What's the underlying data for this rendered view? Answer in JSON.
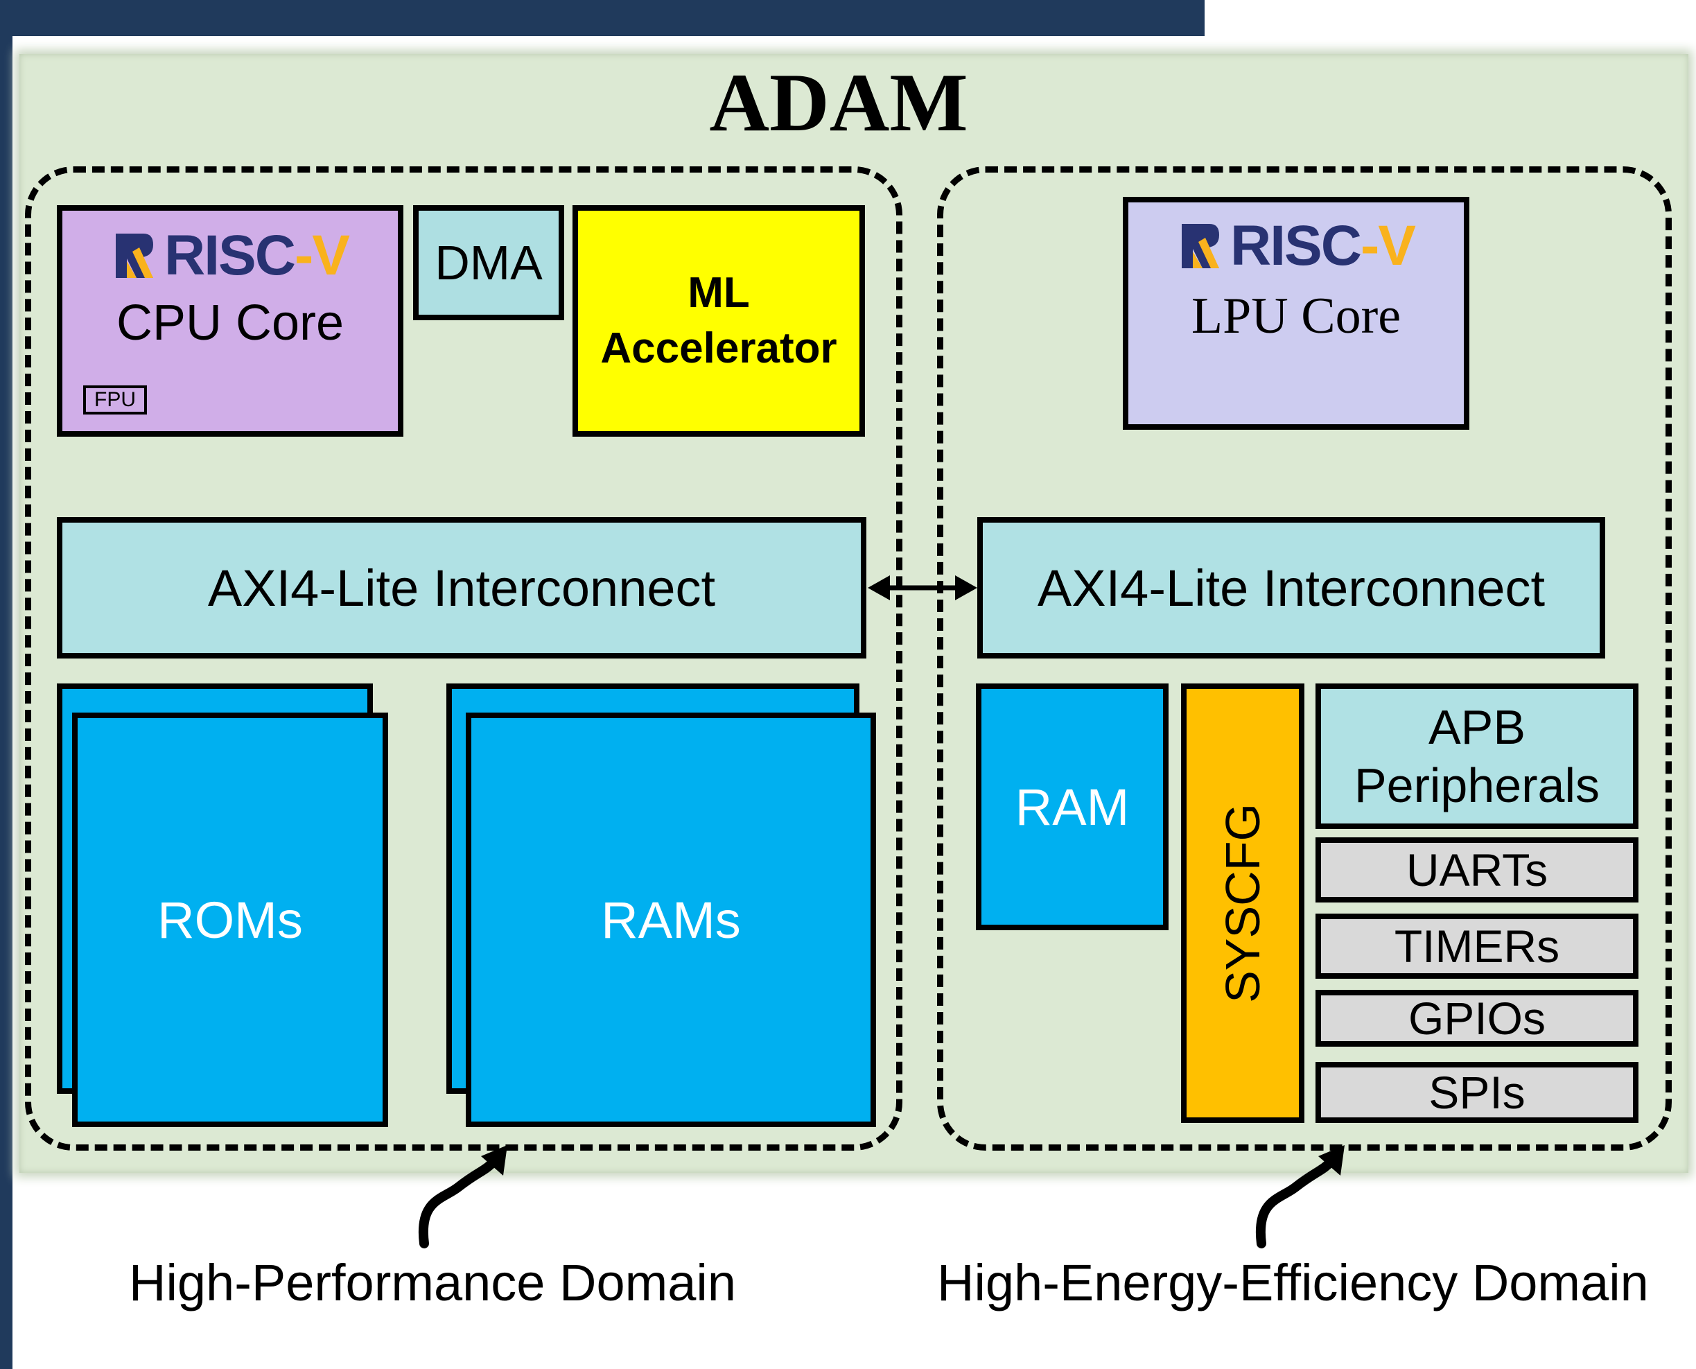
{
  "title": "ADAM",
  "riscv": {
    "word_main": "RISC",
    "word_dash": "-V"
  },
  "hp": {
    "cpu_label": "CPU Core",
    "fpu_label": "FPU",
    "dma_label": "DMA",
    "ml_line1": "ML",
    "ml_line2": "Accelerator",
    "axi_label": "AXI4-Lite Interconnect",
    "roms_label": "ROMs",
    "rams_label": "RAMs"
  },
  "he": {
    "lpu_label": "LPU Core",
    "axi_label": "AXI4-Lite Interconnect",
    "ram_label": "RAM",
    "syscfg_label": "SYSCFG",
    "apb_line1": "APB",
    "apb_line2": "Peripherals",
    "peripherals": [
      "UARTs",
      "TIMERs",
      "GPIOs",
      "SPIs"
    ]
  },
  "captions": {
    "hp": "High-Performance Domain",
    "he": "High-Energy-Efficiency Domain"
  },
  "colors": {
    "soc_bg": "#dce9d3",
    "cpu": "#d0aee8",
    "lpu": "#cdccf0",
    "dma": "#aedfe2",
    "ml": "#ffff00",
    "axi": "#b0e1e4",
    "memory": "#00b0f0",
    "syscfg": "#ffc000",
    "peripheral": "#d9d9d9",
    "riscv_blue": "#283272",
    "riscv_yellow": "#f9b21d",
    "frame": "#203a5c"
  }
}
